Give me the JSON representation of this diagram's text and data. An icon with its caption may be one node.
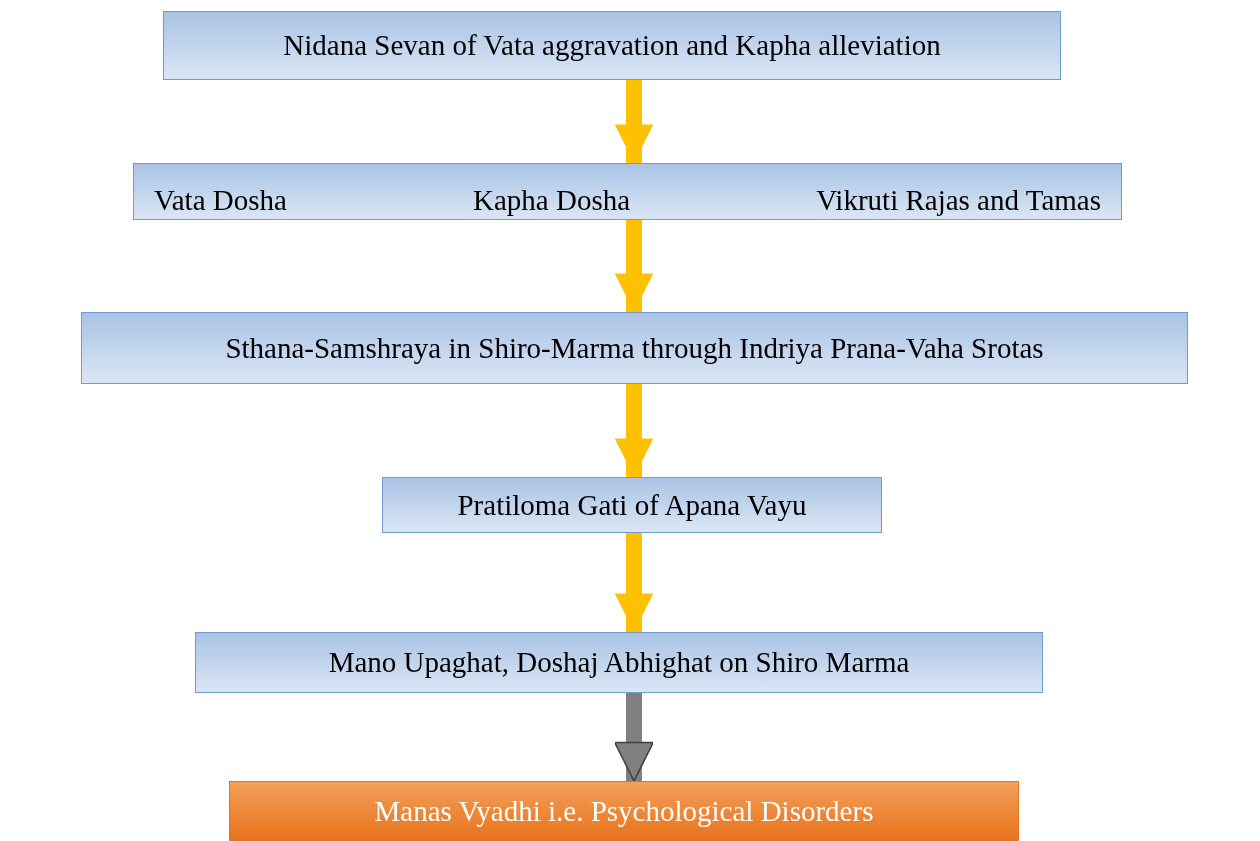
{
  "diagram": {
    "nodes": [
      {
        "text": [
          "Nidana Sevan of Vata aggravation and Kapha alleviation"
        ]
      },
      {
        "text": [
          "Vata Dosha",
          "Kapha Dosha",
          "Vikruti Rajas and Tamas"
        ]
      },
      {
        "text": [
          "Sthana-Samshraya in Shiro-Marma through Indriya Prana-Vaha Srotas"
        ]
      },
      {
        "text": [
          "Pratiloma Gati of Apana Vayu"
        ]
      },
      {
        "text": [
          "Mano Upaghat, Doshaj Abhighat on Shiro Marma"
        ]
      },
      {
        "text": [
          "Manas Vyadhi i.e. Psychological Disorders"
        ]
      }
    ],
    "edges": [
      {
        "from": 0,
        "to": 1,
        "arrow": "to"
      },
      {
        "from": 1,
        "to": 2,
        "arrow": "to"
      },
      {
        "from": 2,
        "to": 3,
        "arrow": "to"
      },
      {
        "from": 3,
        "to": 4,
        "arrow": "to"
      },
      {
        "from": 4,
        "to": 5,
        "arrow": "to",
        "color": "#808080"
      }
    ]
  }
}
